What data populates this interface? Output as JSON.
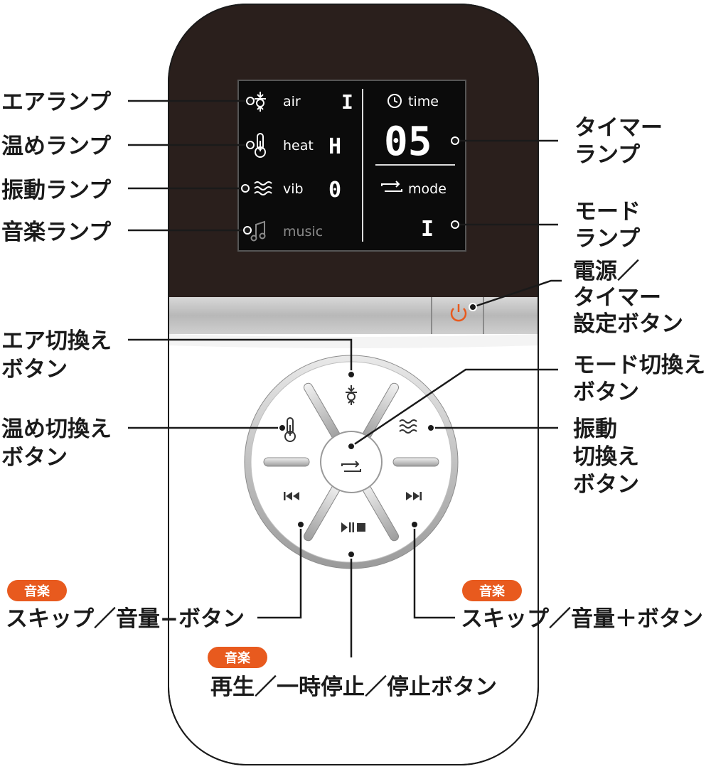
{
  "display": {
    "air": "air",
    "heat": "heat",
    "vib": "vib",
    "music": "music",
    "time": "time",
    "mode": "mode",
    "air_value": "I",
    "heat_value": "H",
    "vib_value": "0",
    "timer_value": "05",
    "mode_value": "I"
  },
  "labels": {
    "air_lamp": "エアランプ",
    "heat_lamp": "温めランプ",
    "vib_lamp": "振動ランプ",
    "music_lamp": "音楽ランプ",
    "timer_lamp": [
      "タイマー",
      "ランプ"
    ],
    "mode_lamp": [
      "モード",
      "ランプ"
    ],
    "power_button": [
      "電源／",
      "タイマー",
      "設定ボタン"
    ],
    "air_switch": [
      "エア切換え",
      "ボタン"
    ],
    "mode_switch": [
      "モード切換え",
      "ボタン"
    ],
    "heat_switch": [
      "温め切換え",
      "ボタン"
    ],
    "vib_switch": [
      "振動",
      "切換え",
      "ボタン"
    ],
    "skip_back": "スキップ／音量−ボタン",
    "skip_forward": "スキップ／音量＋ボタン",
    "play_stop": "再生／一時停止／停止ボタン"
  },
  "badges": {
    "music": "音楽"
  },
  "colors": {
    "body_dark": "#2a1f1c",
    "body_light": "#ffffff",
    "accent": "#e85a1e",
    "leader": "#1a1a1a"
  },
  "icons": [
    "air-icon",
    "thermometer-icon",
    "vibration-icon",
    "music-note-icon",
    "clock-icon",
    "mode-loop-icon",
    "power-icon",
    "skip-back-icon",
    "skip-forward-icon",
    "play-pause-stop-icon"
  ]
}
